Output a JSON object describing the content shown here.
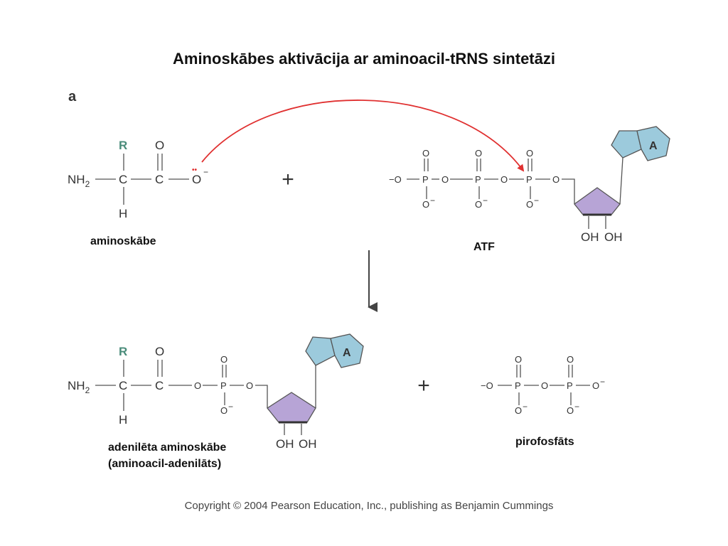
{
  "title": "Aminoskābes aktivācija ar aminoacil-tRNS sintetāzi",
  "panel_label": "a",
  "atoms": {
    "nh2": "NH",
    "sub2": "2",
    "c": "C",
    "o": "O",
    "h": "H",
    "r": "R",
    "p": "P",
    "minus": "−",
    "minus_o": "−O",
    "oh": "OH",
    "dots": "••"
  },
  "base_letter": "A",
  "plus_sign": "+",
  "labels": {
    "amino_acid": "aminoskābe",
    "atp": "ATF",
    "adenylated_line1": "adenilēta aminoskābe",
    "adenylated_line2": "(aminoacil-adenilāts)",
    "pyrophosphate": "pirofosfāts"
  },
  "copyright": "Copyright © 2004 Pearson Education, Inc., publishing as Benjamin Cummings",
  "colors": {
    "r_group": "#4a8c7a",
    "attack_arrow": "#e03030",
    "ribose_fill": "#b7a4d6",
    "adenine_fill": "#9ccadc",
    "bond": "#555555",
    "reaction_arrow": "#444444"
  }
}
